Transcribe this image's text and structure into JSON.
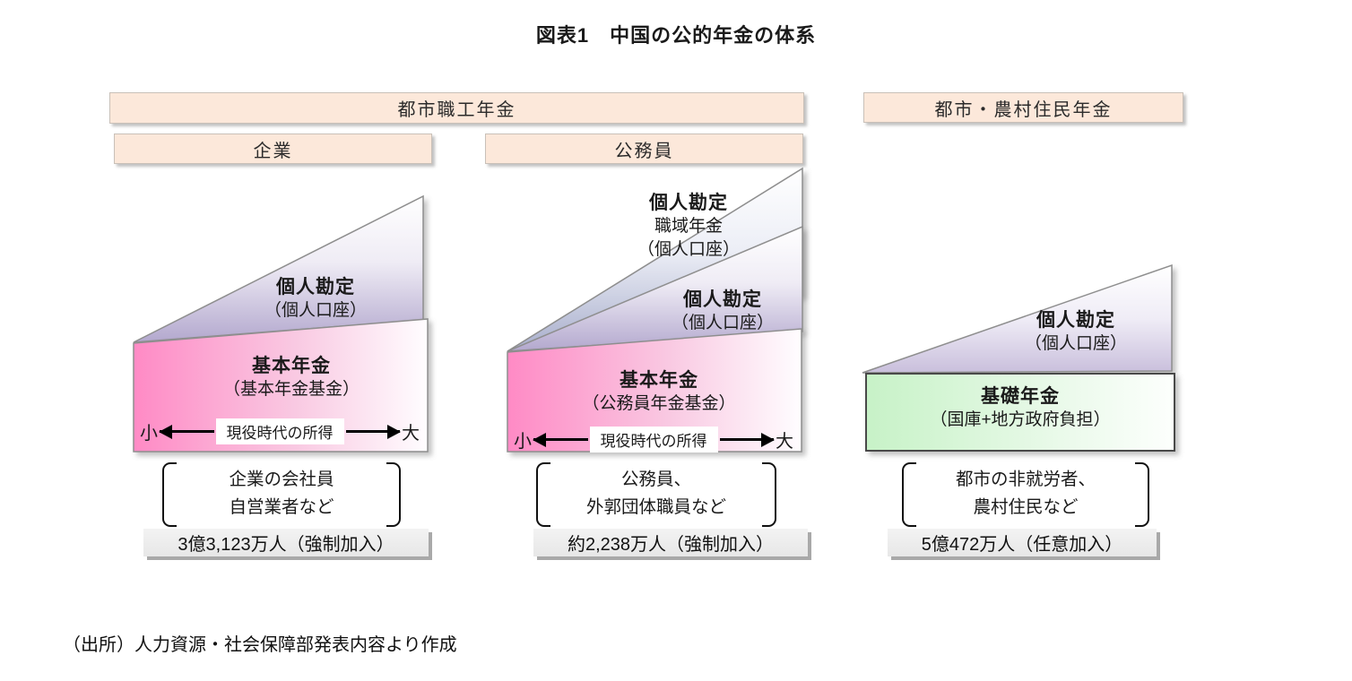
{
  "title": "図表1　中国の公的年金の体系",
  "headers": {
    "urban_worker": "都市職工年金",
    "urban_rural_resident": "都市・農村住民年金",
    "enterprise": "企業",
    "civil_servant": "公務員"
  },
  "columns": {
    "enterprise": {
      "triangle": {
        "title": "個人勘定",
        "subtitle": "（個人口座）"
      },
      "box": {
        "title": "基本年金",
        "subtitle": "（基本年金基金）"
      },
      "axis": {
        "small": "小",
        "label": "現役時代の所得",
        "large": "大"
      },
      "target_lines": [
        "企業の会社員",
        "自営業者など"
      ],
      "count": "3億3,123万人（強制加入）"
    },
    "civil_servant": {
      "back_triangle": {
        "title": "個人勘定",
        "line2": "職域年金",
        "subtitle": "（個人口座）"
      },
      "front_triangle": {
        "title": "個人勘定",
        "subtitle": "（個人口座）"
      },
      "box": {
        "title": "基本年金",
        "subtitle": "（公務員年金基金）"
      },
      "axis": {
        "small": "小",
        "label": "現役時代の所得",
        "large": "大"
      },
      "target_lines": [
        "公務員、",
        "外郭団体職員など"
      ],
      "count": "約2,238万人（強制加入）"
    },
    "resident": {
      "triangle": {
        "title": "個人勘定",
        "subtitle": "（個人口座）"
      },
      "box": {
        "title": "基礎年金",
        "subtitle": "（国庫+地方政府負担）"
      },
      "target_lines": [
        "都市の非就労者、",
        "農村住民など"
      ],
      "count": "5億472万人（任意加入）"
    }
  },
  "source": "（出所）人力資源・社会保障部発表内容より作成",
  "colors": {
    "header_fill": "#FCE8DA",
    "pink_gradient_start": "#FF8AC5",
    "lavender_gradient_end": "#B3A8CE",
    "blue_gray_gradient_end": "#A8AECC",
    "light_lavender_gradient_end": "#C9BFDC",
    "green_gradient_start": "#C7F2C7",
    "count_bar_fill": "#ECECEC"
  }
}
